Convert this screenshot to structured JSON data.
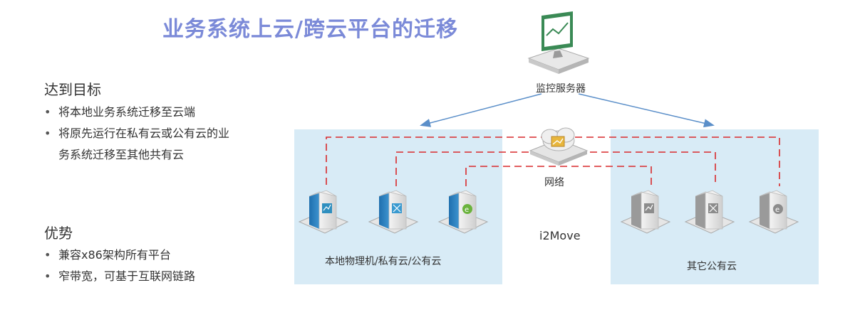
{
  "title": "业务系统上云/跨云平台的迁移",
  "goals": {
    "heading": "达到目标",
    "items": [
      "将本地业务系统迁移至云端",
      "将原先运行在私有云或公有云的业",
      "务系统迁移至其他共有云"
    ]
  },
  "advantages": {
    "heading": "优势",
    "items": [
      "兼容x86架构所有平台",
      "窄带宽，可基于互联网链路"
    ]
  },
  "diagram": {
    "monitor_label": "监控服务器",
    "network_label": "网络",
    "center_label": "i2Move",
    "left_panel_label": "本地物理机/私有云/公有云",
    "right_panel_label": "其它公有云",
    "colors": {
      "panel": "#d8ebf6",
      "arrow": "#5b8fc9",
      "dashed": "#d9292b",
      "title": "#7b8ad8"
    }
  }
}
